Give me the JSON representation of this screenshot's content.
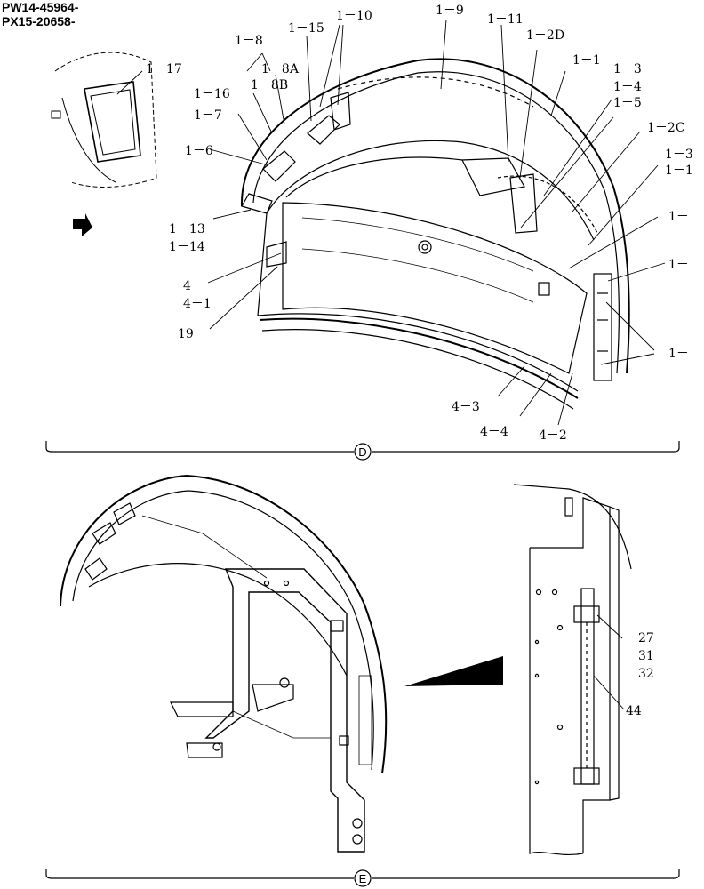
{
  "header": {
    "line1": "PW14-45964-",
    "line2": "PX15-20658-"
  },
  "sections": {
    "top": "D",
    "bottom": "E"
  },
  "callouts_top": [
    "1－10",
    "1－9",
    "1－11",
    "1－2D",
    "1－8",
    "1－15",
    "1－17",
    "1－8A",
    "1－1",
    "1－3",
    "1－4",
    "1－16",
    "1－8B",
    "1－5",
    "1－7",
    "1－2C",
    "1－6",
    "1－3",
    "1－1",
    "1－13",
    "1－14",
    "1－",
    "4",
    "4－1",
    "1－",
    "19",
    "1－",
    "4－3",
    "4－4",
    "4－2"
  ],
  "callouts_bottom": [
    "27",
    "31",
    "32",
    "44"
  ],
  "icons": {
    "direction_arrow": "arrow-down-right-icon"
  }
}
